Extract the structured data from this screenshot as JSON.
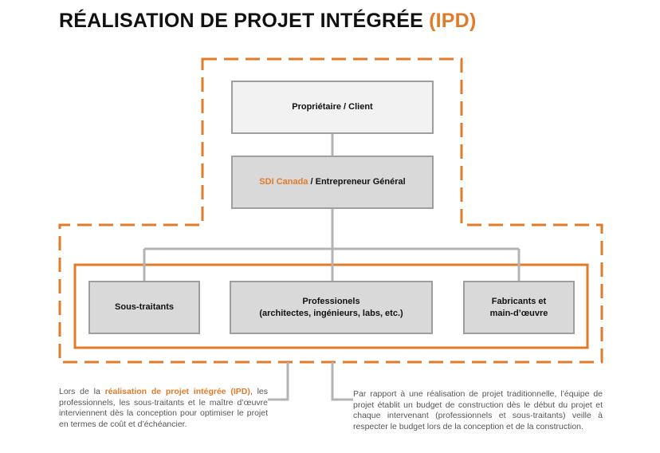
{
  "title": {
    "main": "RÉALISATION DE PROJET INTÉGRÉE",
    "accent": "(IPD)"
  },
  "colors": {
    "accent": "#e07b2a",
    "connector": "#b3b3b3",
    "box_fill": "#d9d9d9",
    "box_light": "#f2f2f2",
    "box_border": "#9e9e9e"
  },
  "boxes": {
    "owner": "Propriétaire / Client",
    "gc_brand": "SDI Canada",
    "gc_rest": " / Entrepreneur Général",
    "subcontractors": "Sous-traitants",
    "professionals_line1": "Professionels",
    "professionals_line2": "(architectes, ingénieurs, labs, etc.)",
    "manufacturers_line1": "Fabricants et",
    "manufacturers_line2": "main-d’œuvre"
  },
  "notes": {
    "left_prefix": "Lors de la ",
    "left_highlight": "réalisation de projet intégrée (IPD)",
    "left_suffix": ", les professionnels, les sous-traitants et le maître d’œuvre interviennent dès la conception pour optimiser le projet en termes de coût et d’échéancier.",
    "right": "Par rapport à une réalisation de projet traditionnelle, l’équipe de projet établit un budget de construction dès le début du projet et chaque intervenant (professionnels et sous-traitants) veille à respecter le budget lors de la conception et de la construction."
  }
}
